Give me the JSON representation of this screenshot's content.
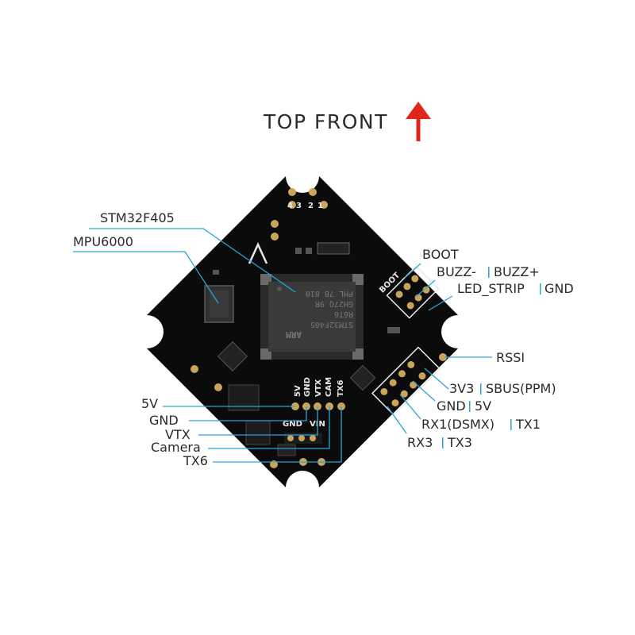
{
  "header": {
    "title": "TOP FRONT",
    "arrow_color": "#e0261c"
  },
  "colors": {
    "board": "#0b0b0b",
    "pad": "#c9a45a",
    "leader": "#2aa3d6",
    "label": "#2a2a2a"
  },
  "labels": {
    "stm32": "STM32F405",
    "mpu": "MPU6000",
    "boot": "BOOT",
    "buzz_minus": "BUZZ-",
    "buzz_plus": "BUZZ+",
    "led_strip": "LED_STRIP",
    "led_gnd": "GND",
    "rssi": "RSSI",
    "v3v3": "3V3",
    "sbus": "SBUS(PPM)",
    "gnd_pwr": "GND",
    "v5_pwr": "5V",
    "rx1": "RX1(DSMX)",
    "tx1": "TX1",
    "rx3": "RX3",
    "tx3": "TX3",
    "left_5v": "5V",
    "left_gnd": "GND",
    "left_vtx": "VTX",
    "left_camera": "Camera",
    "left_tx6": "TX6"
  },
  "silkscreen": {
    "boot": "BOOT",
    "motor_4": "4",
    "motor_3": "3",
    "motor_2": "2",
    "motor_1": "1",
    "gnd": "GND",
    "vin": "VIN",
    "col_5v": "5V",
    "col_gnd": "GND",
    "col_vtx": "VTX",
    "col_cam": "CAM",
    "col_tx6": "TX6"
  },
  "chip_marking": {
    "line1": "STM32F405",
    "line2": "R6T6",
    "line3": "GH27Q 9R",
    "line4": "PHL 7B 810",
    "brand": "ARM"
  }
}
